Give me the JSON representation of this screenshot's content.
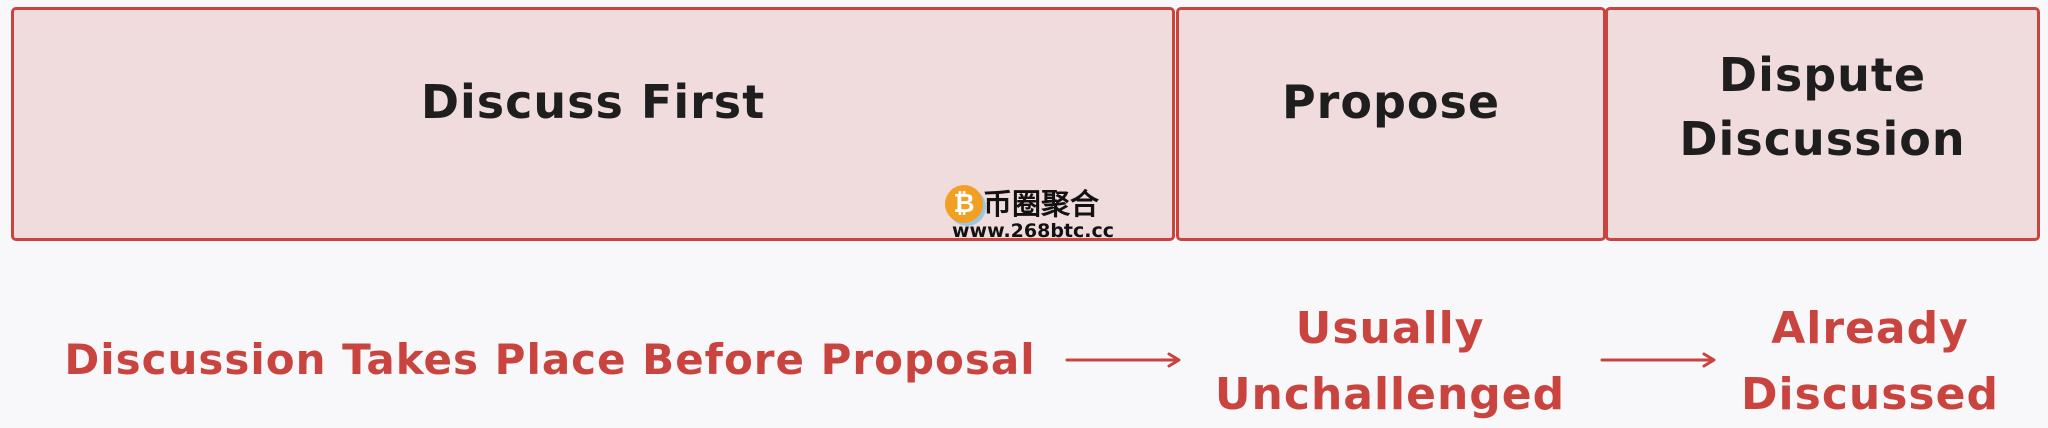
{
  "boxes": {
    "discuss_first": "Discuss First",
    "propose": "Propose",
    "dispute_discussion": "Dispute\nDiscussion"
  },
  "notes": {
    "discussion_before_proposal": "Discussion Takes Place Before Proposal",
    "usually_unchallenged": "Usually\nUnchallenged",
    "already_discussed": "Already\nDiscussed"
  },
  "watermark": {
    "coin_glyph": "₿",
    "chinese_text": "币圈聚合",
    "url": "www.268btc.cc"
  },
  "colors": {
    "box_fill": "#f0dcdd",
    "box_border": "#c9443f",
    "accent_red": "#c9443f",
    "label_dark": "#1e1e1e",
    "background": "#f8f8fa"
  }
}
